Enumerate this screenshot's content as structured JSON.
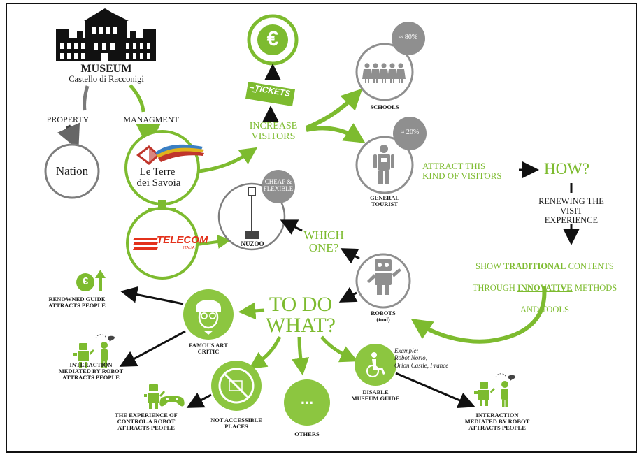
{
  "museum": {
    "title": "MUSEUM",
    "subtitle": "Castello di Racconigi"
  },
  "property": {
    "label": "PROPERTY",
    "node": "Nation"
  },
  "management": {
    "label": "MANAGMENT",
    "logo_line1": "Le Terre",
    "logo_line2": "dei Savoia"
  },
  "telecom": {
    "logo": "TELECOM",
    "sub": "ITALIA"
  },
  "money": {
    "symbol": "€"
  },
  "tickets": {
    "label": "TICKETS"
  },
  "increase": {
    "text": "INCREASE\nVISITORS"
  },
  "schools": {
    "label": "SCHOOLS",
    "badge": "≈ 80%"
  },
  "tourist": {
    "label": "GENERAL\nTOURIST",
    "badge": "≈ 20%"
  },
  "attract": {
    "text": "ATTRACT THIS\nKIND OF VISITORS"
  },
  "how": {
    "text": "HOW?"
  },
  "renewing": {
    "text": "RENEWING THE\nVISIT EXPERIENCE"
  },
  "show": {
    "pre": "SHOW ",
    "traditional": "TRADITIONAL",
    "contents": " CONTENTS",
    "through": "THROUGH ",
    "innovative": "INNOVATIVE",
    "methods": " METHODS",
    "tools": "AND TOOLS"
  },
  "nuzoo": {
    "label": "NUZOO",
    "badge": "CHEAP &\nFLEXIBLE"
  },
  "which": {
    "text": "WHICH\nONE?"
  },
  "robots": {
    "label": "ROBOTS\n(tool)"
  },
  "todo": {
    "text": "TO DO\nWHAT?"
  },
  "guide": {
    "text": "RENOWNED GUIDE\nATTRACTS PEOPLE",
    "symbol": "€"
  },
  "critic": {
    "label": "FAMOUS ART\nCRITIC"
  },
  "interaction_left": {
    "text": "INTERACTION\nMEDIATED BY ROBOT\nATTRACTS PEOPLE"
  },
  "control": {
    "text": "THE EXPERIENCE OF\nCONTROL A ROBOT\nATTRACTS PEOPLE"
  },
  "not_accessible": {
    "label": "NOT ACCESSIBLE\nPLACES"
  },
  "others": {
    "label": "OTHERS",
    "dots": "..."
  },
  "disable": {
    "label": "DISABLE\nMUSEUM GUIDE"
  },
  "example": {
    "text": "Example:\nRobot Norio,\nOrion Castle, France"
  },
  "interaction_right": {
    "text": "INTERACTION\nMEDIATED BY ROBOT\nATTRACTS PEOPLE"
  },
  "colors": {
    "green": "#7dbb2f",
    "gray": "#8f8f8f",
    "dark": "#1d1d1d",
    "red": "#e3311b"
  }
}
